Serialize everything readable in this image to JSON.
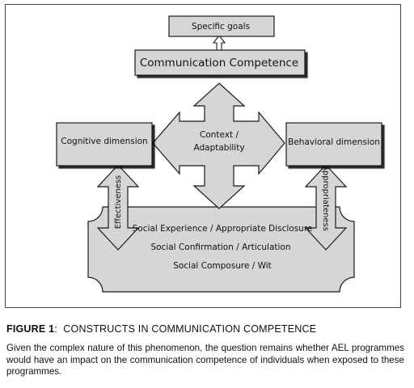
{
  "diagram": {
    "top_box": "Specific goals",
    "main_box": "Communication Competence",
    "center": {
      "line1": "Context /",
      "line2": "Adaptability"
    },
    "left_box": "Cognitive dimension",
    "right_box": "Behavioral dimension",
    "left_arrow_label": "Effectiveness",
    "right_arrow_label": "Appropriateness",
    "base": {
      "line1": "Social Experience / Appropriate Disclosure",
      "line2": "Social Confirmation / Articulation",
      "line3": "Social Composure / Wit"
    }
  },
  "caption": {
    "label": "FIGURE 1",
    "separator": ":",
    "title": "CONSTRUCTS IN COMMUNICATION COMPETENCE",
    "description": "Given the complex nature of this phenomenon, the question remains whether AEL programmes would have an impact on the communication competence of individuals when exposed to these programmes."
  },
  "colors": {
    "shape_fill": "#d6d6d6",
    "shape_stroke": "#1a1a1a",
    "text": "#111111"
  }
}
